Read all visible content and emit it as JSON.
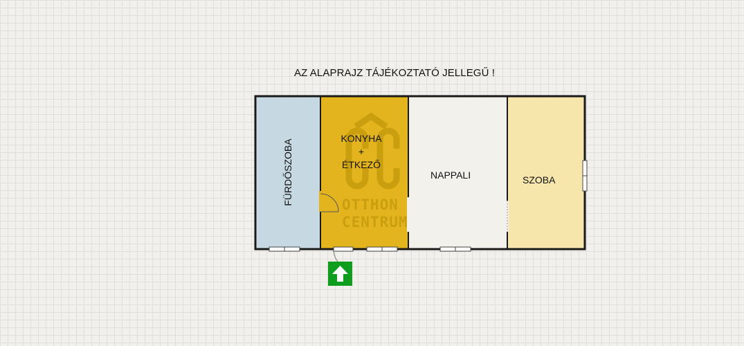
{
  "note": "AZ ALAPRAJZ TÁJÉKOZTATÓ JELLEGŰ !",
  "rooms": {
    "bathroom": "FÜRDŐSZOBA",
    "kitchen_line1": "KONYHA",
    "kitchen_line2": "+",
    "kitchen_line3": "ÉTKEZŐ",
    "living": "NAPPALI",
    "room": "SZOBA"
  },
  "watermark": {
    "logo": "ÔC",
    "line1": "OTTHON",
    "line2": "CENTRUM"
  },
  "colors": {
    "bathroom": "#c6d9e2",
    "kitchen": "#e3b41e",
    "living": "#f2f1ec",
    "room": "#f6e6ab",
    "wall": "#1a1a1a",
    "entrance": "#0f9d1e"
  },
  "icons": {
    "entrance": "up-arrow-icon"
  }
}
